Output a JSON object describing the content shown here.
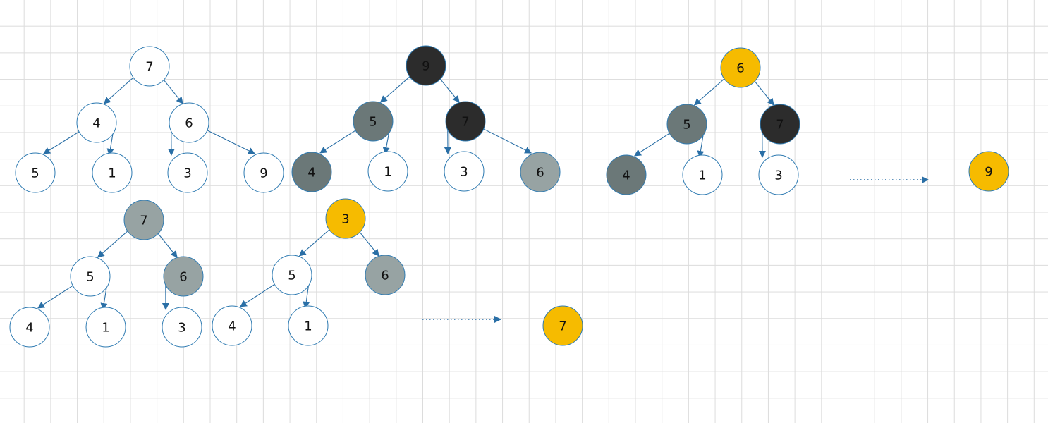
{
  "palette": {
    "white": "#ffffff",
    "dark": "#2c2c2c",
    "mid_gray": "#6b7878",
    "light_gray": "#97a3a3",
    "gold": "#f6bb00",
    "edge": "#2a6fa6",
    "outline": "#2f7bb2"
  },
  "nodes": [
    {
      "id": "a1",
      "label": "7",
      "fill": "white"
    },
    {
      "id": "a2",
      "label": "4",
      "fill": "white"
    },
    {
      "id": "a3",
      "label": "6",
      "fill": "white"
    },
    {
      "id": "a4",
      "label": "5",
      "fill": "white"
    },
    {
      "id": "a5",
      "label": "1",
      "fill": "white"
    },
    {
      "id": "a6",
      "label": "3",
      "fill": "white"
    },
    {
      "id": "a7",
      "label": "9",
      "fill": "white"
    },
    {
      "id": "b1",
      "label": "9",
      "fill": "dark"
    },
    {
      "id": "b2",
      "label": "5",
      "fill": "mid_gray"
    },
    {
      "id": "b3",
      "label": "7",
      "fill": "dark"
    },
    {
      "id": "b4",
      "label": "4",
      "fill": "mid_gray"
    },
    {
      "id": "b5",
      "label": "1",
      "fill": "white"
    },
    {
      "id": "b6",
      "label": "3",
      "fill": "white"
    },
    {
      "id": "b7",
      "label": "6",
      "fill": "light_gray"
    },
    {
      "id": "c1",
      "label": "6",
      "fill": "gold"
    },
    {
      "id": "c2",
      "label": "5",
      "fill": "mid_gray"
    },
    {
      "id": "c3",
      "label": "7",
      "fill": "dark"
    },
    {
      "id": "c4",
      "label": "4",
      "fill": "mid_gray"
    },
    {
      "id": "c5",
      "label": "1",
      "fill": "white"
    },
    {
      "id": "c6",
      "label": "3",
      "fill": "white"
    },
    {
      "id": "c7",
      "label": "9",
      "fill": "gold"
    },
    {
      "id": "d1",
      "label": "7",
      "fill": "light_gray"
    },
    {
      "id": "d2",
      "label": "5",
      "fill": "white"
    },
    {
      "id": "d3",
      "label": "6",
      "fill": "light_gray"
    },
    {
      "id": "d4",
      "label": "4",
      "fill": "white"
    },
    {
      "id": "d5",
      "label": "1",
      "fill": "white"
    },
    {
      "id": "d6",
      "label": "3",
      "fill": "white"
    },
    {
      "id": "e1",
      "label": "3",
      "fill": "gold"
    },
    {
      "id": "e2",
      "label": "5",
      "fill": "white"
    },
    {
      "id": "e3",
      "label": "6",
      "fill": "light_gray"
    },
    {
      "id": "e4",
      "label": "4",
      "fill": "white"
    },
    {
      "id": "e5",
      "label": "1",
      "fill": "white"
    },
    {
      "id": "e6",
      "label": "7",
      "fill": "gold"
    }
  ],
  "edges": [
    [
      "a1",
      "a2"
    ],
    [
      "a1",
      "a3"
    ],
    [
      "a2",
      "a4"
    ],
    [
      "a2",
      "a5"
    ],
    [
      "a3",
      "a6"
    ],
    [
      "a3",
      "a7"
    ],
    [
      "b1",
      "b2"
    ],
    [
      "b1",
      "b3"
    ],
    [
      "b2",
      "b4"
    ],
    [
      "b2",
      "b5"
    ],
    [
      "b3",
      "b6"
    ],
    [
      "b3",
      "b7"
    ],
    [
      "c1",
      "c2"
    ],
    [
      "c1",
      "c3"
    ],
    [
      "c2",
      "c4"
    ],
    [
      "c2",
      "c5"
    ],
    [
      "c3",
      "c6"
    ],
    [
      "d1",
      "d2"
    ],
    [
      "d1",
      "d3"
    ],
    [
      "d2",
      "d4"
    ],
    [
      "d2",
      "d5"
    ],
    [
      "d3",
      "d6"
    ],
    [
      "e1",
      "e2"
    ],
    [
      "e1",
      "e3"
    ],
    [
      "e2",
      "e4"
    ],
    [
      "e2",
      "e5"
    ]
  ],
  "dotted_arrows": [
    {
      "id": "arrow-to-9",
      "target": "c7"
    },
    {
      "id": "arrow-to-7",
      "target": "e6"
    }
  ]
}
